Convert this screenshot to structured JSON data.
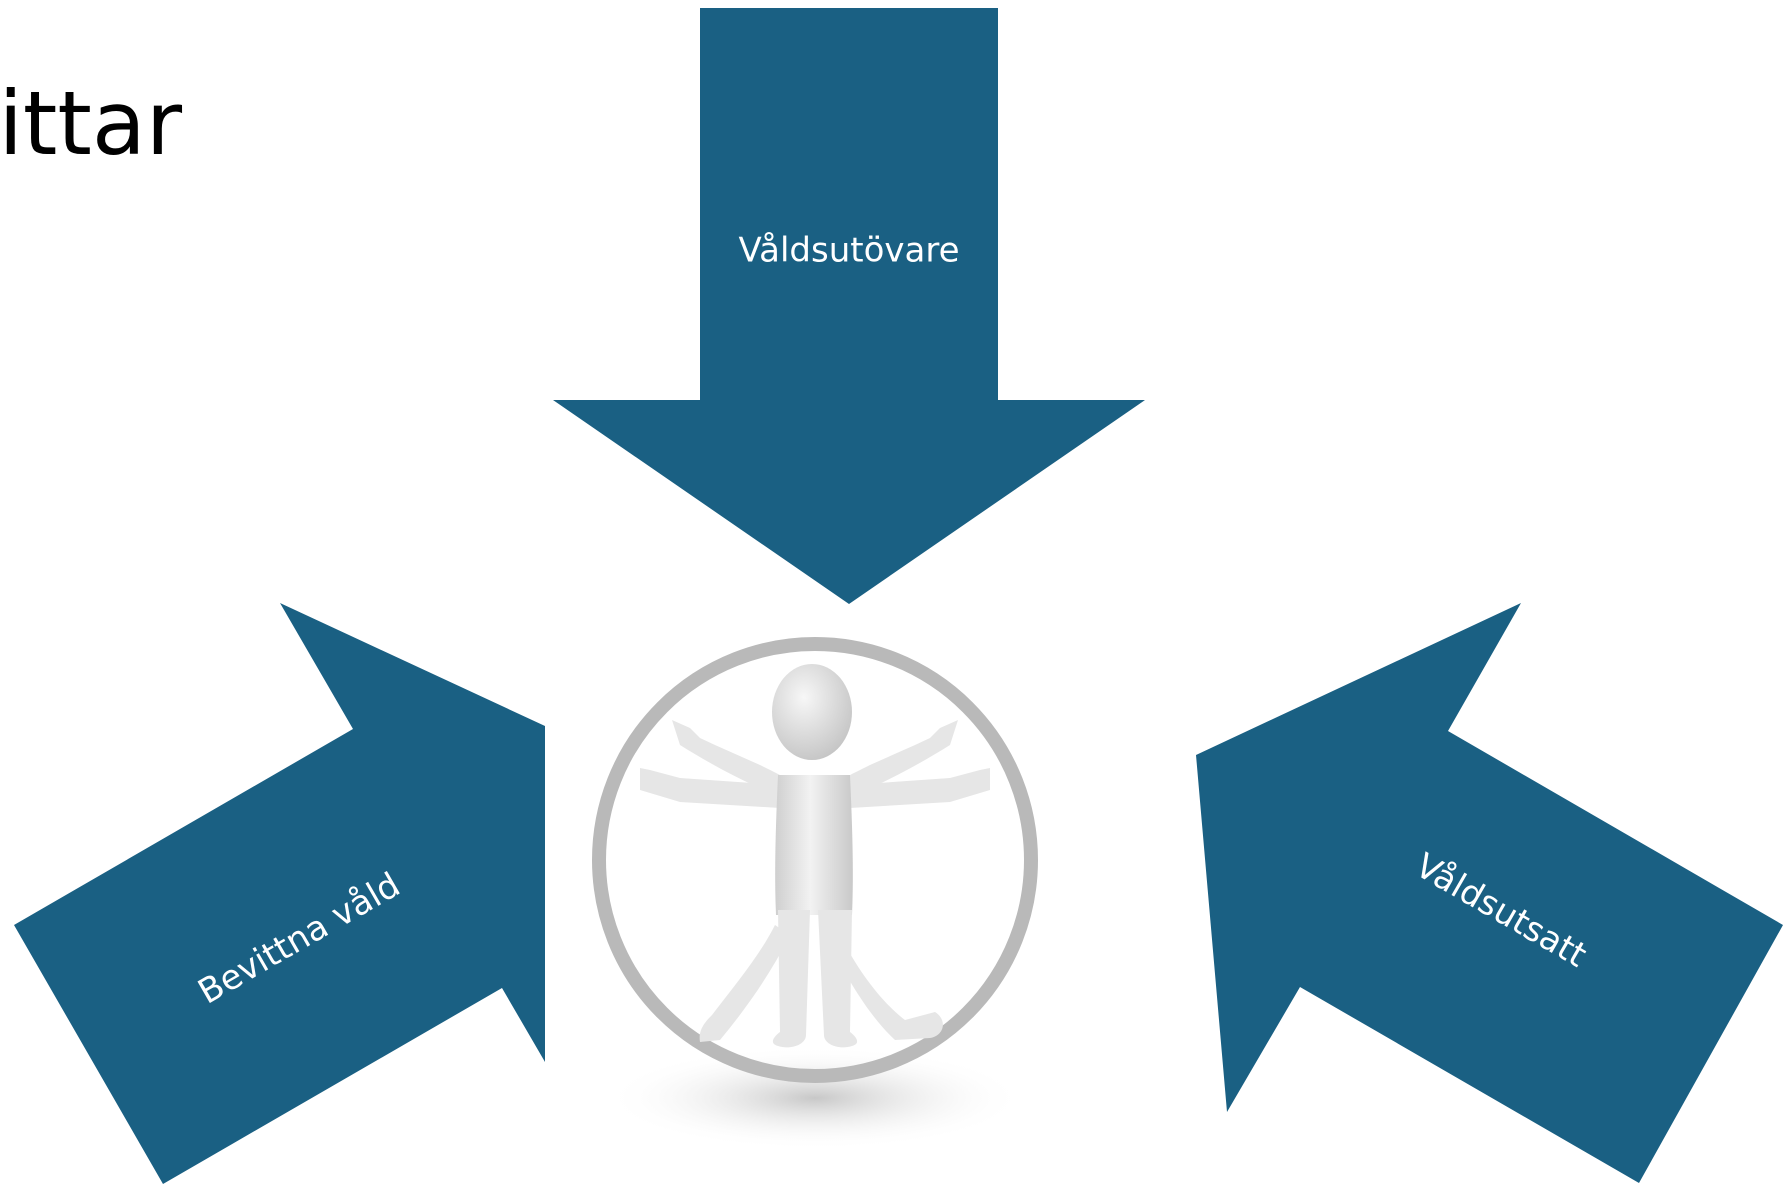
{
  "slide": {
    "title": "ittar"
  },
  "colors": {
    "arrow_fill": "#1a6083",
    "label_text": "#ffffff",
    "ring": "#b9b9b9",
    "figure": "#e6e6e6",
    "background": "#ffffff"
  },
  "arrows": {
    "top": {
      "label": "Våldsutövare"
    },
    "left": {
      "label": "Bevittna våld"
    },
    "right": {
      "label": "Våldsutsatt"
    }
  },
  "center_image": {
    "icon": "vitruvian-figure-icon"
  }
}
